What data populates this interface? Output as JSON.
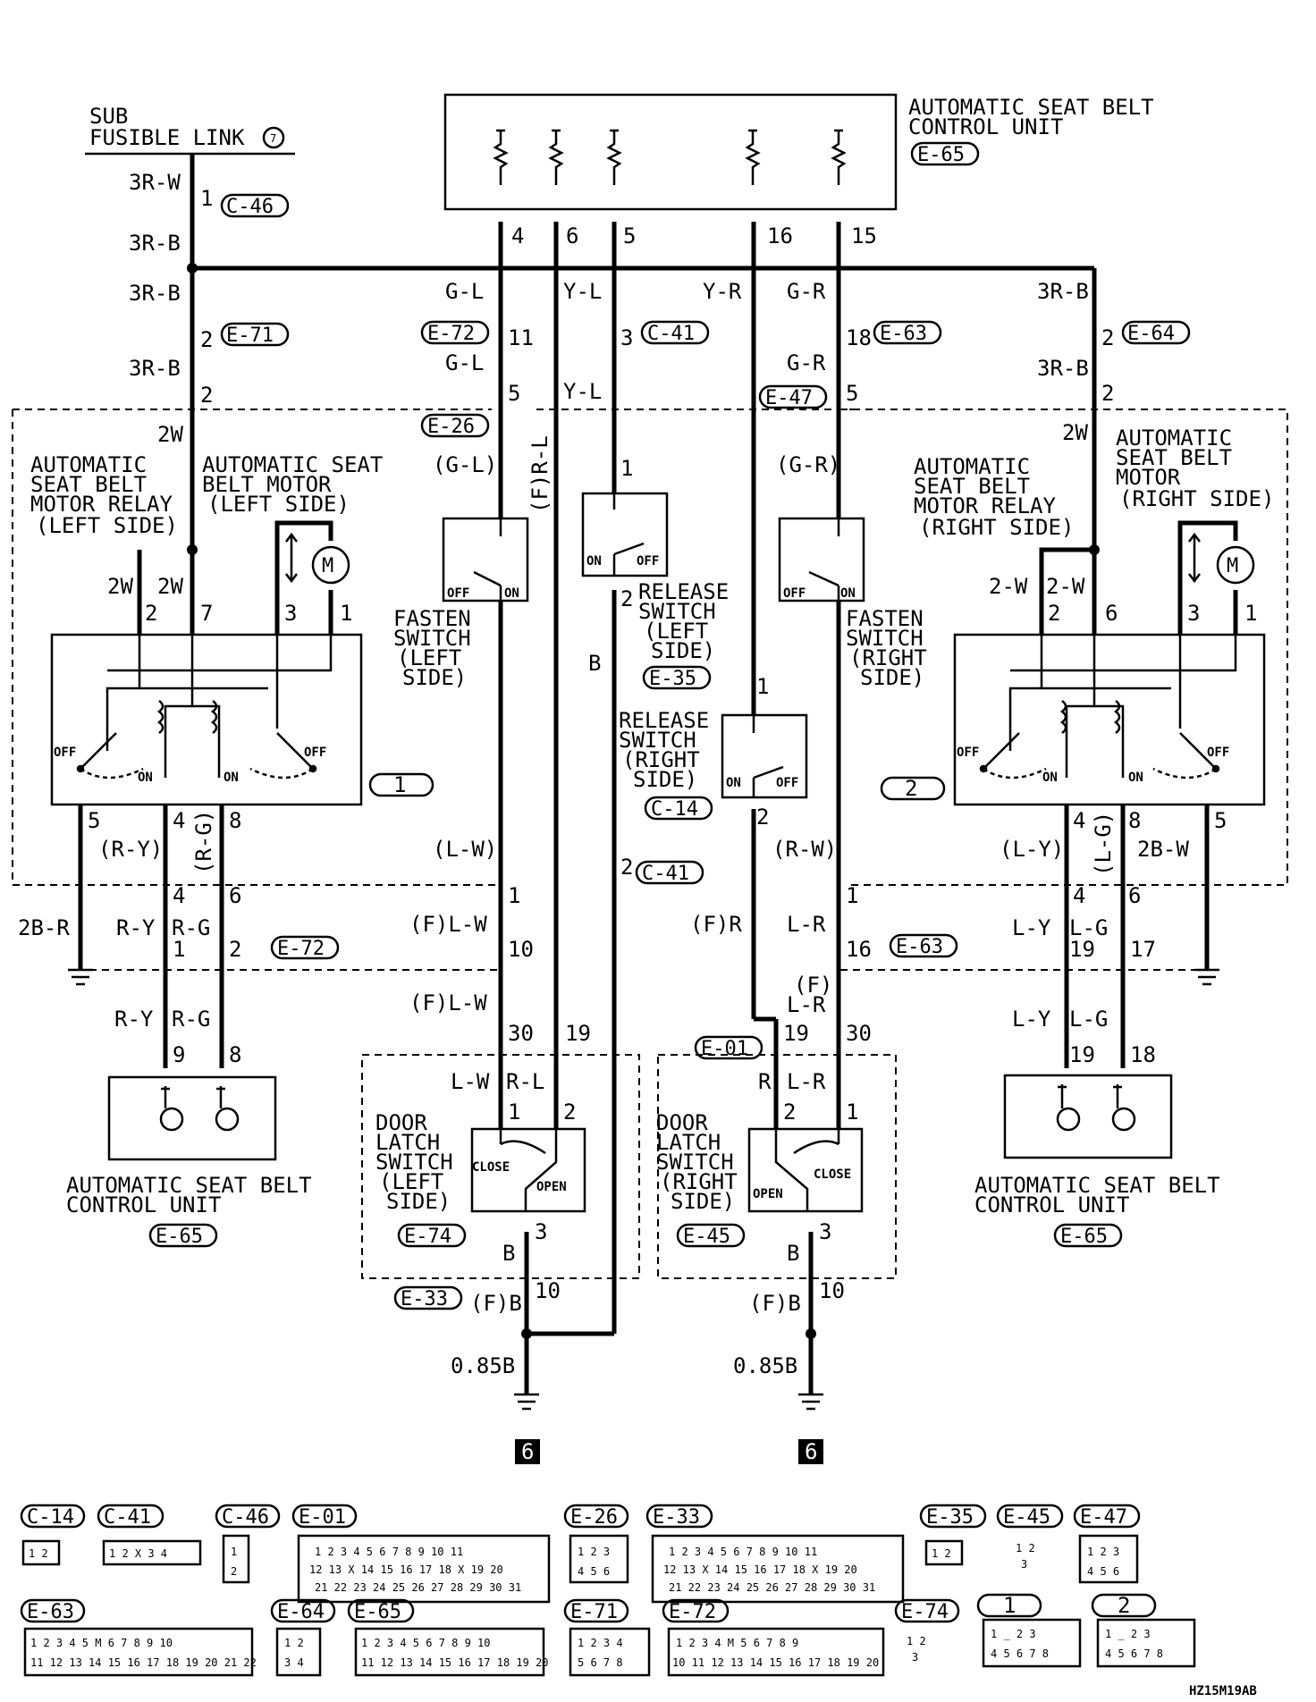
{
  "top": {
    "sub_fusible": [
      "SUB",
      "FUSIBLE LINK"
    ],
    "sub_fusible_num": "7",
    "acu_title": [
      "AUTOMATIC SEAT BELT",
      "CONTROL UNIT"
    ],
    "acu_code": "E-65",
    "acu_pins": [
      "4",
      "6",
      "5",
      "16",
      "15"
    ]
  },
  "left_feed": {
    "w1": "3R-W",
    "p1": "1",
    "c1": "C-46",
    "w2": "3R-B",
    "w3": "3R-B",
    "p2": "2",
    "c2": "E-71",
    "w4": "3R-B",
    "p3": "2",
    "w5": "2W"
  },
  "right_feed": {
    "w1": "3R-B",
    "p1": "2",
    "c1": "E-64",
    "w2": "3R-B",
    "p2": "2",
    "w3": "2W"
  },
  "left_side": {
    "relay": [
      "AUTOMATIC",
      "SEAT BELT",
      "MOTOR RELAY",
      "(LEFT SIDE)"
    ],
    "motor": [
      "AUTOMATIC SEAT",
      "BELT MOTOR",
      "(LEFT SIDE)"
    ],
    "w2w_a": "2W",
    "w2w_b": "2W",
    "pins_top": [
      "2",
      "7",
      "3",
      "1"
    ],
    "off_l": "OFF",
    "on_l": "ON",
    "on_r": "ON",
    "off_r": "OFF",
    "relay_num": "1",
    "pins_bot": [
      "5",
      "4",
      "8"
    ],
    "ry": "(R-Y)",
    "rg": "(R-G)",
    "p4": "4",
    "p6": "6",
    "gnd_wire": "2B-R",
    "ry2": "R-Y",
    "rg2": "R-G",
    "p_1": "1",
    "p_2": "2",
    "conn": "E-72",
    "ry3": "R-Y",
    "rg3": "R-G",
    "p9": "9",
    "p8": "8",
    "unit": [
      "AUTOMATIC SEAT BELT",
      "CONTROL UNIT"
    ],
    "unit_code": "E-65"
  },
  "right_side": {
    "relay": [
      "AUTOMATIC",
      "SEAT BELT",
      "MOTOR RELAY",
      "(RIGHT SIDE)"
    ],
    "motor": [
      "AUTOMATIC",
      "SEAT BELT",
      "MOTOR",
      "(RIGHT SIDE)"
    ],
    "w_a": "2-W",
    "w_b": "2-W",
    "pins_top": [
      "2",
      "6",
      "3",
      "1"
    ],
    "off_l": "OFF",
    "on_l": "ON",
    "on_r": "ON",
    "off_r": "OFF",
    "relay_num": "2",
    "pins_bot": [
      "4",
      "8",
      "5"
    ],
    "ly": "(L-Y)",
    "lg": "(L-G)",
    "gnd_wire": "2B-W",
    "p4": "4",
    "p6": "6",
    "ly2": "L-Y",
    "lg2": "L-G",
    "p19": "19",
    "p17": "17",
    "ly3": "L-Y",
    "lg3": "L-G",
    "p19b": "19",
    "p18": "18",
    "unit": [
      "AUTOMATIC SEAT BELT",
      "CONTROL UNIT"
    ],
    "unit_code": "E-65"
  },
  "center": {
    "gl": "G-L",
    "yl": "Y-L",
    "yr": "Y-R",
    "gr": "G-R",
    "e72": "E-72",
    "p11": "11",
    "p3": "3",
    "c41": "C-41",
    "p18": "18",
    "e63": "E-63",
    "gl2": "G-L",
    "p5": "5",
    "yl2": "Y-L",
    "gr2": "G-R",
    "e47": "E-47",
    "p5b": "5",
    "e26": "E-26",
    "gl3": "(G-L)",
    "frl": "(F)R-L",
    "gr3": "(G-R)",
    "fasten_l": [
      "FASTEN",
      "SWITCH",
      "(LEFT",
      "SIDE)"
    ],
    "fasten_r": [
      "FASTEN",
      "SWITCH",
      "(RIGHT",
      "SIDE)"
    ],
    "release_l": [
      "RELEASE",
      "SWITCH",
      "(LEFT",
      "SIDE)"
    ],
    "release_l_code": "E-35",
    "release_r": [
      "RELEASE",
      "SWITCH",
      "(RIGHT",
      "SIDE)"
    ],
    "release_r_code": "C-14",
    "on": "ON",
    "off": "OFF",
    "b": "B",
    "p1": "1",
    "p2": "2",
    "lw": "(L-W)",
    "rw": "(R-W)",
    "flw": "(F)L-W",
    "p10": "10",
    "fr": "(F)R",
    "lr": "L-R",
    "p16": "16",
    "e63b": "E-63",
    "flw2": "(F)L-W",
    "p30": "30",
    "p19": "19",
    "flr": [
      "(F)",
      "L-R"
    ],
    "e01": "E-01",
    "p19b": "19",
    "p30b": "30",
    "lw2": "L-W",
    "rl": "R-L",
    "r": "R",
    "lr2": "L-R",
    "door_l": [
      "DOOR",
      "LATCH",
      "SWITCH",
      "(LEFT",
      "SIDE)"
    ],
    "door_l_code": "E-74",
    "door_r": [
      "DOOR",
      "LATCH",
      "SWITCH",
      "(RIGHT",
      "SIDE)"
    ],
    "door_r_code": "E-45",
    "close": "CLOSE",
    "open": "OPEN",
    "b2": "B",
    "e33": "E-33",
    "fb": "(F)B",
    "p10b": "10",
    "g085": "0.85B",
    "ground_num": "6",
    "c41b": "C-41"
  },
  "connectors": {
    "row1": [
      "C-14",
      "C-41",
      "C-46",
      "E-01",
      "E-26",
      "E-33",
      "E-35",
      "E-45",
      "E-47"
    ],
    "row2": [
      "E-63",
      "E-64",
      "E-65",
      "E-71",
      "E-72",
      "E-74",
      "1",
      "2"
    ],
    "c14": "1 2",
    "c41": "1 2 X 3 4",
    "c46": [
      "1",
      "2"
    ],
    "e01": [
      "1 2 3 4 5 6 7 8 9 10 11",
      "12 13 X 14 15 16 17 18 X 19 20",
      "21 22 23 24 25 26 27 28 29 30 31"
    ],
    "e26": [
      "1 2 3",
      "4 5 6"
    ],
    "e33": [
      "1 2 3 4 5 6 7 8 9 10 11",
      "12 13 X 14 15 16 17 18 X 19 20",
      "21 22 23 24 25 26 27 28 29 30 31"
    ],
    "e35": "1 2",
    "e45": [
      "1 2",
      "3"
    ],
    "e47": [
      "1 2 3",
      "4 5 6"
    ],
    "e63": [
      "1 2 3 4 5 M 6 7 8 9 10",
      "11 12 13 14 15 16 17 18 19 20 21 22"
    ],
    "e64": [
      "1 2",
      "3 4"
    ],
    "e65": [
      "1 2 3 4 5 6 7 8 9 10",
      "11 12 13 14 15 16 17 18 19 20"
    ],
    "e71": [
      "1 2 3 4",
      "5 6 7 8"
    ],
    "e72": [
      "1 2 3 4 M 5 6 7 8 9",
      "10 11 12 13 14 15 16 17 18 19 20"
    ],
    "e74": [
      "1 2",
      "3"
    ],
    "r1": [
      "1 _ 2 3",
      "4 5 6 7 8"
    ],
    "r2": [
      "1 _ 2 3",
      "4 5 6 7 8"
    ]
  },
  "footer_code": "HZ15M19AB"
}
